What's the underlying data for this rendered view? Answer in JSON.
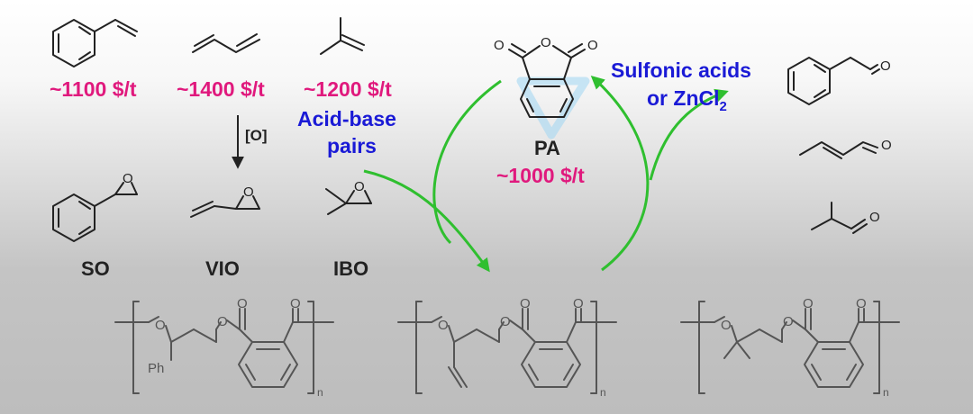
{
  "monomer_prices": {
    "styrene": "~1100 $/t",
    "butadiene": "~1400 $/t",
    "isobutylene": "~1200 $/t"
  },
  "oxidation_label": "[O]",
  "catalyst_left": {
    "line1": "Acid-base",
    "line2": "pairs"
  },
  "catalyst_right": {
    "line1": "Sulfonic acids",
    "line2": "or ZnCl",
    "subscript": "2"
  },
  "anhydride": {
    "name": "PA",
    "price": "~1000 $/t"
  },
  "epoxides": {
    "so": "SO",
    "vio": "VIO",
    "ibo": "IBO"
  },
  "atoms": {
    "oxygen": "O",
    "phenyl": "Ph",
    "repeat": "n"
  },
  "colors": {
    "price": "#e0197d",
    "catalyst": "#1a1ad6",
    "arrow": "#2fbf2f"
  }
}
